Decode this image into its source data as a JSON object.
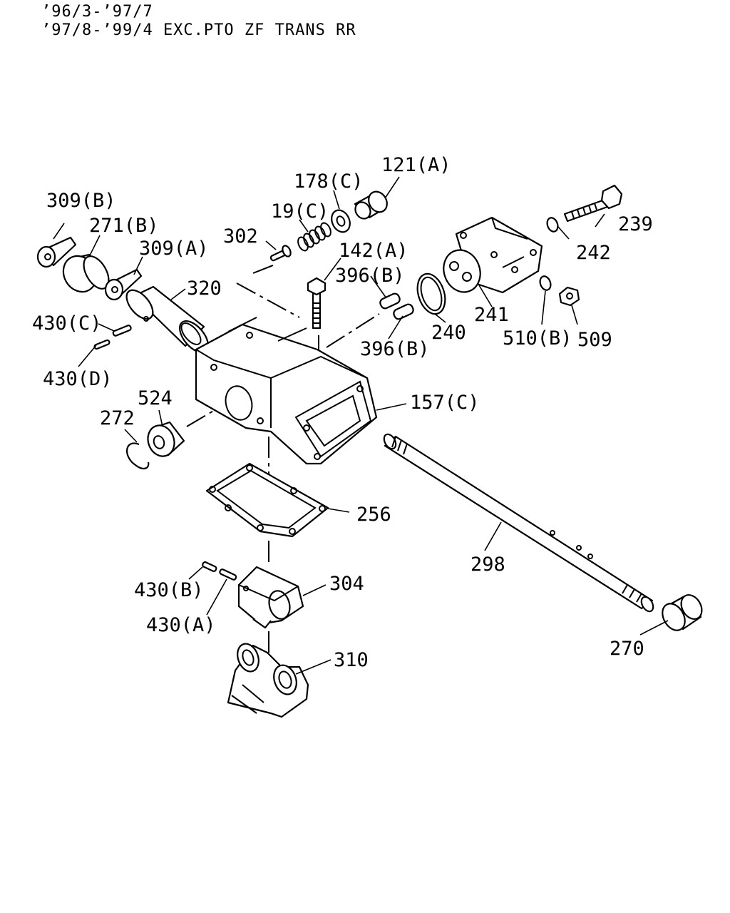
{
  "header": {
    "line1": "’96/3-’97/7",
    "line2": "’97/8-’99/4 EXC.PTO ZF TRANS RR"
  },
  "callouts": {
    "c309b": "309(B)",
    "c271b": "271(B)",
    "c309a": "309(A)",
    "c320": "320",
    "c430c": "430(C)",
    "c430d": "430(D)",
    "c302": "302",
    "c19c": "19(C)",
    "c178c": "178(C)",
    "c121a": "121(A)",
    "c142a": "142(A)",
    "c396b1": "396(B)",
    "c396b2": "396(B)",
    "c240": "240",
    "c241": "241",
    "c239": "239",
    "c242": "242",
    "c510b": "510(B)",
    "c509": "509",
    "c157c": "157(C)",
    "c524": "524",
    "c272": "272",
    "c256": "256",
    "c298": "298",
    "c270": "270",
    "c304": "304",
    "c430b": "430(B)",
    "c430a": "430(A)",
    "c310": "310"
  }
}
